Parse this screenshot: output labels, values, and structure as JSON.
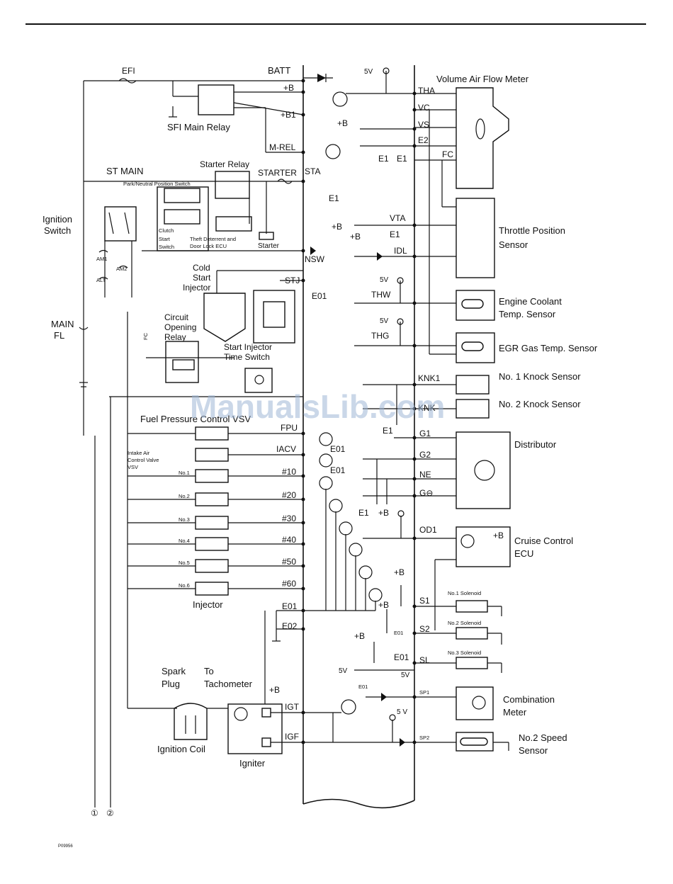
{
  "top_labels": {
    "efi": "EFI",
    "batt": "BATT",
    "plus_b": "+B",
    "plus_b1": "+B1",
    "m_rel": "M-REL",
    "sfi_main_relay": "SFI Main Relay",
    "st_main": "ST MAIN",
    "starter_relay": "Starter Relay",
    "starter_terminal": "STARTER",
    "sta": "STA",
    "park_neutral": "Park/Neutral Position Switch",
    "clutch_start_1": "Clutch",
    "clutch_start_2": "Start",
    "clutch_start_3": "Switch",
    "theft_1": "Theft Deterrent and",
    "theft_2": "Door Lock ECU",
    "starter": "Starter",
    "ignition_1": "Ignition",
    "ignition_2": "Switch",
    "am1": "AM1",
    "am2": "AM2",
    "alt": "ALT",
    "main_1": "MAIN",
    "main_2": "FL",
    "nsw": "NSW",
    "stj": "STJ",
    "e01_a": "E01",
    "cold_1": "Cold",
    "cold_2": "Start",
    "cold_3": "Injector",
    "circuit_1": "Circuit",
    "circuit_2": "Opening",
    "circuit_3": "Relay",
    "start_inj_1": "Start Injector",
    "start_inj_2": "Time Switch",
    "fc_small": "FC",
    "e1_sta": "E1"
  },
  "actuator_labels": {
    "fuel_pressure_vsv": "Fuel Pressure Control VSV",
    "fpu": "FPU",
    "iacv": "IACV",
    "e01_b": "E01",
    "e01_c": "E01",
    "intake_1": "Intake Air",
    "intake_2": "Control Valve",
    "intake_3": "VSV",
    "injector": "Injector",
    "inj_no": [
      "No.1",
      "No.2",
      "No.3",
      "No.4",
      "No.5",
      "No.6"
    ],
    "inj_pin": [
      "#10",
      "#20",
      "#30",
      "#40",
      "#50",
      "#60"
    ],
    "e01_pin": "E01",
    "e02_pin": "E02",
    "spark_1": "Spark",
    "spark_2": "Plug",
    "to_1": "To",
    "to_2": "Tachometer",
    "plus_b_ign": "+B",
    "igt": "IGT",
    "igf": "IGF",
    "ignition_coil": "Ignition Coil",
    "igniter": "Igniter",
    "bottom_1": "①",
    "bottom_2": "②"
  },
  "sensor_labels": {
    "five_v_a": "5V",
    "tha": "THA",
    "vc": "VC",
    "vs": "VS",
    "e2": "E2",
    "fc": "FC",
    "e1_a": "E1",
    "e1_b": "E1",
    "plus_b_vs": "+B",
    "vafm": "Volume Air Flow Meter",
    "vta": "VTA",
    "idl": "IDL",
    "e1_c": "E1",
    "plus_b_tps": "+B",
    "plus_b_tps2": "+B",
    "tps_1": "Throttle Position",
    "tps_2": "Sensor",
    "five_v_b": "5V",
    "thw": "THW",
    "ect_1": "Engine Coolant",
    "ect_2": "Temp. Sensor",
    "five_v_c": "5V",
    "thg": "THG",
    "egr": "EGR Gas Temp. Sensor",
    "knk1": "KNK1",
    "knk2": "KNK",
    "knock1": "No. 1 Knock Sensor",
    "knock2": "No. 2 Knock Sensor",
    "e1_d": "E1",
    "g1": "G1",
    "g2": "G2",
    "ne": "NE",
    "g_minus": "G⊖",
    "distributor": "Distributor",
    "e1_e": "E1",
    "plus_b_od": "+B",
    "od1": "OD1",
    "cruise_1": "Cruise Control",
    "cruise_2": "ECU",
    "plus_b_cruise": "+B",
    "s1": "S1",
    "s2": "S2",
    "sl": "SL",
    "sol1": "No.1 Solenoid",
    "sol2": "No.2 Solenoid",
    "sol3": "No.3 Solenoid",
    "plus_b_s1": "+B",
    "plus_b_s2": "+B",
    "plus_b_sl": "+B",
    "e01_d": "E01",
    "e01_e": "E01",
    "e01_f": "E01",
    "five_v_d": "5V",
    "five_v_e": "5V",
    "five_v_f": "5 V",
    "sp1": "SP1",
    "sp2": "SP2",
    "combo_1": "Combination",
    "combo_2": "Meter",
    "speed_1": "No.2 Speed",
    "speed_2": "Sensor"
  },
  "watermark": "ManualsLib.com",
  "footer_code": "P09956"
}
